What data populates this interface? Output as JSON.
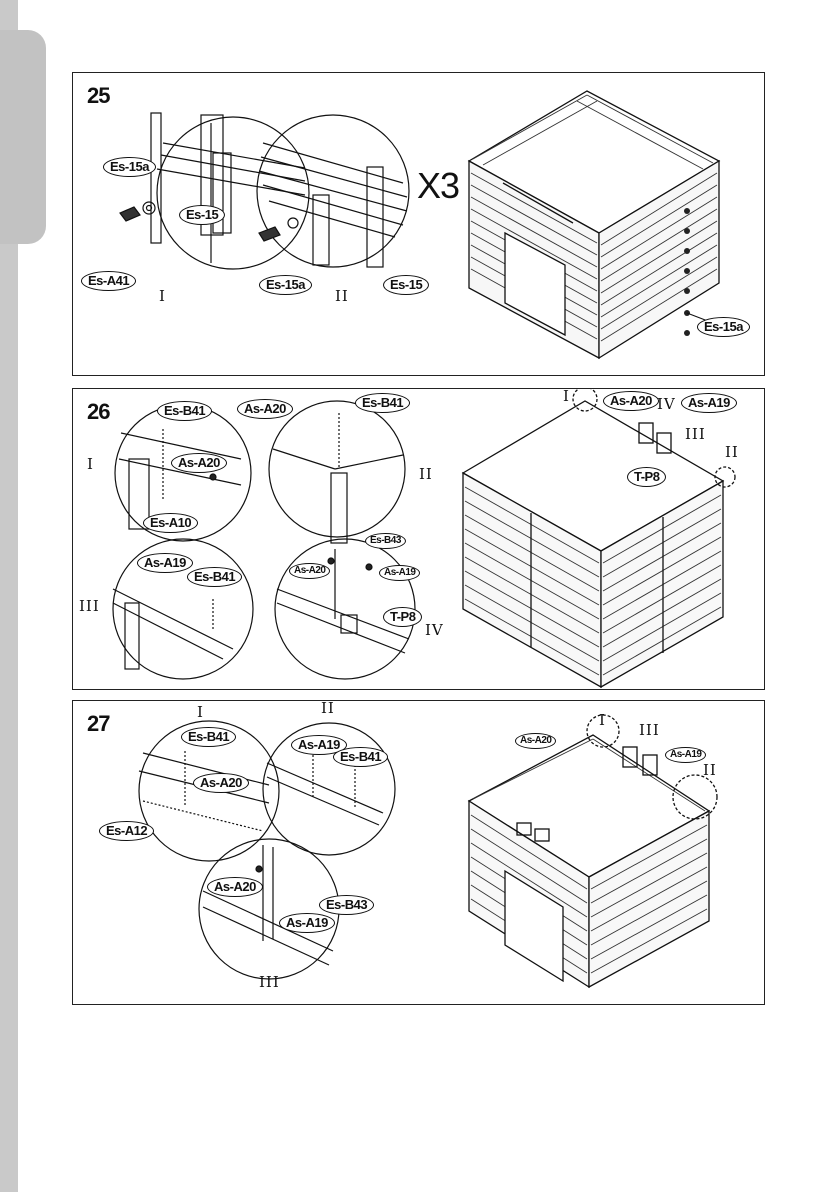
{
  "steps": [
    {
      "number": "25",
      "multiplier": "X3",
      "labels": [
        "Es-15a",
        "Es-15",
        "Es-A41",
        "Es-15a",
        "Es-15",
        "Es-15a"
      ],
      "details": [
        "I",
        "II"
      ]
    },
    {
      "number": "26",
      "labels": [
        "Es-B41",
        "As-A20",
        "Es-A10",
        "As-A20",
        "Es-B41",
        "As-A19",
        "Es-B41",
        "Es-B43",
        "As-A20",
        "As-A19",
        "T-P8",
        "As-A20",
        "As-A19",
        "T-P8"
      ],
      "details": [
        "I",
        "II",
        "III",
        "IV",
        "I",
        "IV",
        "III",
        "II"
      ]
    },
    {
      "number": "27",
      "labels": [
        "Es-B41",
        "As-A20",
        "Es-A12",
        "As-A19",
        "Es-B41",
        "As-A20",
        "Es-B43",
        "As-A19",
        "As-A20",
        "As-A19"
      ],
      "details": [
        "I",
        "II",
        "III",
        "I",
        "III",
        "II"
      ]
    }
  ]
}
